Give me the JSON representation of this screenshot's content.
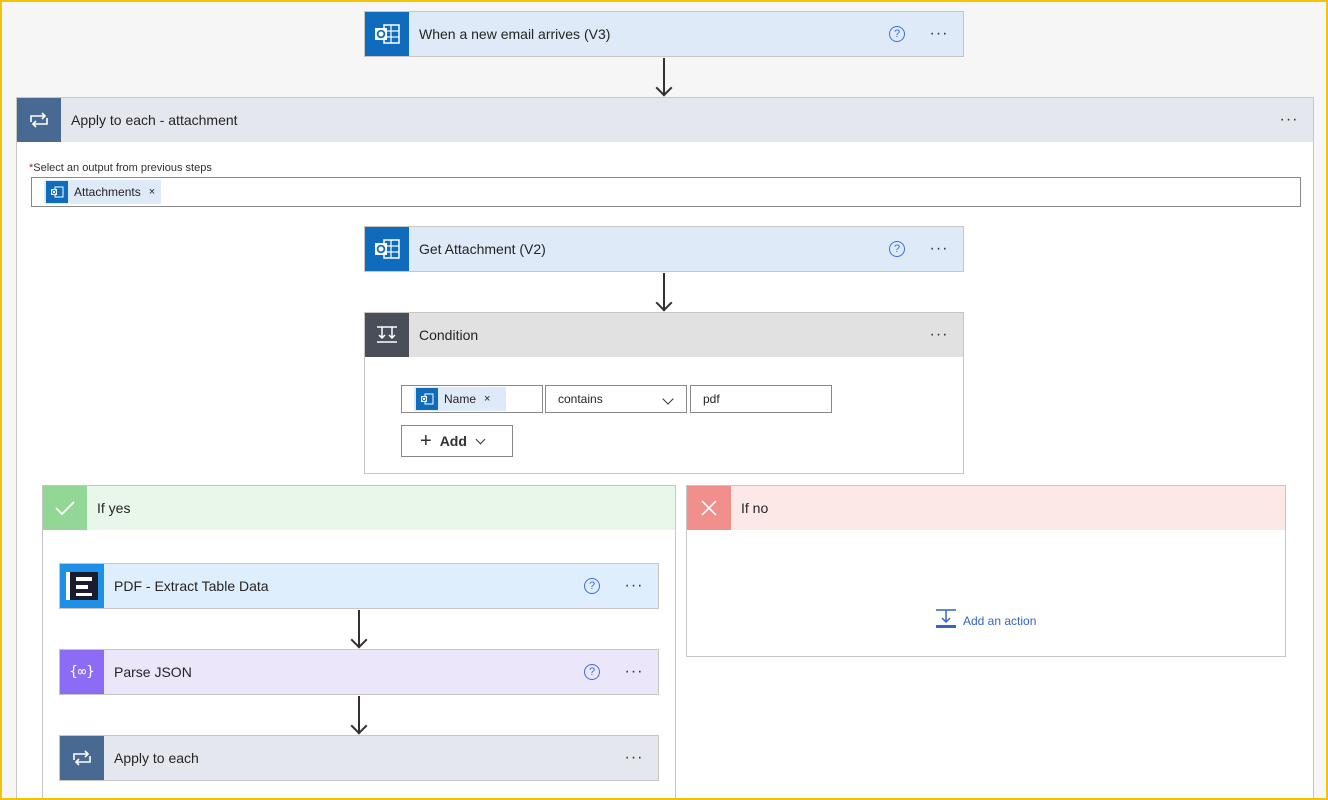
{
  "trigger": {
    "title": "When a new email arrives (V3)",
    "help": "?",
    "more": "···"
  },
  "loop_outer": {
    "title": "Apply to each - attachment",
    "more": "···",
    "field_label": "Select an output from previous steps",
    "required_mark": "*",
    "token": "Attachments",
    "token_remove": "×"
  },
  "get_attachment": {
    "title": "Get Attachment (V2)",
    "help": "?",
    "more": "···"
  },
  "condition": {
    "title": "Condition",
    "more": "···",
    "left_token": "Name",
    "left_remove": "×",
    "operator": "contains",
    "value": "pdf",
    "add_label": "Add"
  },
  "if_yes": {
    "title": "If yes",
    "pdf": {
      "title": "PDF - Extract Table Data",
      "help": "?",
      "more": "···"
    },
    "parse_json": {
      "title": "Parse JSON",
      "help": "?",
      "more": "···"
    },
    "apply_each": {
      "title": "Apply to each",
      "more": "···"
    }
  },
  "if_no": {
    "title": "If no",
    "add_action": "Add an action"
  },
  "colors": {
    "outlook": "#0f6cbd",
    "loop": "#486991",
    "condition": "#484f58",
    "yes": "#92d796",
    "no": "#f08f8b",
    "pdf": "#1e90e6",
    "json": "#8c6cf5",
    "link": "#3464c4"
  }
}
